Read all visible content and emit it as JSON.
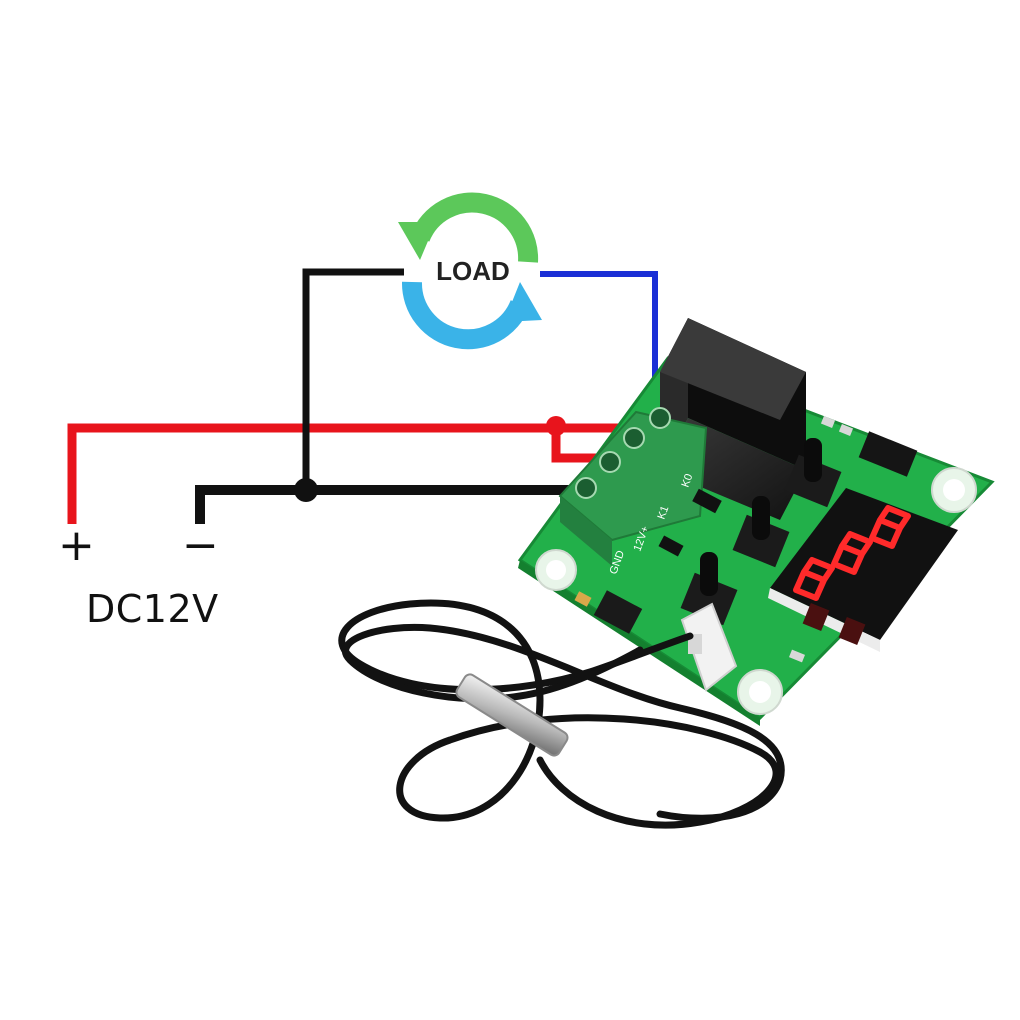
{
  "load": {
    "label": "LOAD"
  },
  "power": {
    "plus": "+",
    "minus": "−",
    "voltage": "DC12V"
  },
  "board": {
    "pin_gnd": "GND",
    "pin_12v": "12V+",
    "pin_k1": "K1",
    "pin_k0": "K0"
  },
  "colors": {
    "wire_positive": "#e8141c",
    "wire_negative": "#111111",
    "wire_load": "#1a2fd6",
    "arrow_green": "#5cc85a",
    "arrow_blue": "#3ab3e8",
    "pcb": "#22b04a",
    "terminal": "#2e9a4e",
    "relay": "#1c1c1c",
    "display_red": "#ff2a2a"
  }
}
